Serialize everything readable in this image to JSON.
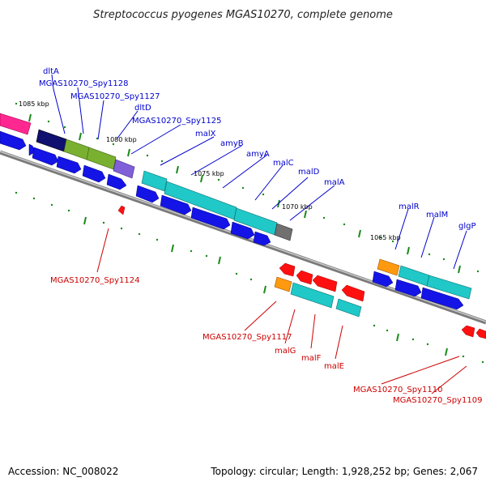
{
  "title": "Streptococcus pyogenes MGAS10270, complete genome",
  "footer": {
    "accession": "Accession: NC_008022",
    "summary": "Topology: circular; Length: 1,928,252 bp; Genes: 2,067"
  },
  "colors": {
    "backbone": "#8a8a8a",
    "blue_label": "#0000cc",
    "red_label": "#cc0000",
    "tick": "#1a8a1a",
    "cds": "#1414e6",
    "cyan": "#20c8c8",
    "red": "#ff1010",
    "orange": "#ff9a10",
    "olive": "#7ab030",
    "purple": "#8060d8",
    "navy": "#101070",
    "magenta": "#ff2890",
    "gray": "#707070"
  },
  "scale_labels": [
    "1085 kbp",
    "1080 kbp",
    "1075 kbp",
    "1070 kbp",
    "1065 kbp"
  ],
  "top_gene_labels": [
    "dltA",
    "MGAS10270_Spy1128",
    "MGAS10270_Spy1127",
    "dltD",
    "MGAS10270_Spy1125",
    "malX",
    "amyB",
    "amyA",
    "malC",
    "malD",
    "malA",
    "malR",
    "malM",
    "glgP"
  ],
  "bottom_gene_labels": [
    "MGAS10270_Spy1124",
    "MGAS10270_Spy1117",
    "malG",
    "malF",
    "malE",
    "MGAS10270_Spy1110",
    "MGAS10270_Spy1109"
  ]
}
